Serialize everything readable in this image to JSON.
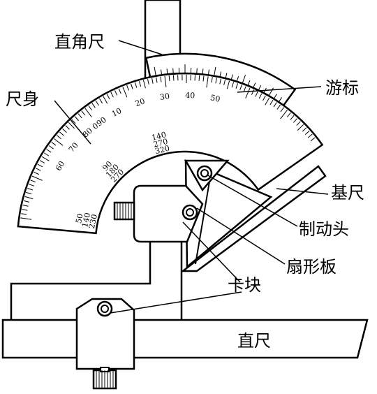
{
  "labels": {
    "right_angle_ruler": "直角尺",
    "vernier": "游标",
    "ruler_body": "尺身",
    "base_ruler": "基尺",
    "brake_head": "制动头",
    "sector_plate": "扇形板",
    "clamp_block": "卡块",
    "straight_ruler": "直尺"
  },
  "main_scale": {
    "outer_numbers": [
      "0",
      "10",
      "20",
      "30",
      "40",
      "50",
      "60",
      "70",
      "80",
      "90"
    ],
    "inner_rows": [
      [
        "50",
        "140",
        "230"
      ],
      [
        "90",
        "180",
        "270"
      ],
      [
        "140",
        "270",
        "320"
      ]
    ]
  },
  "vernier_scale": {
    "numbers": [
      "10",
      "20",
      "30",
      "40",
      "50"
    ]
  }
}
